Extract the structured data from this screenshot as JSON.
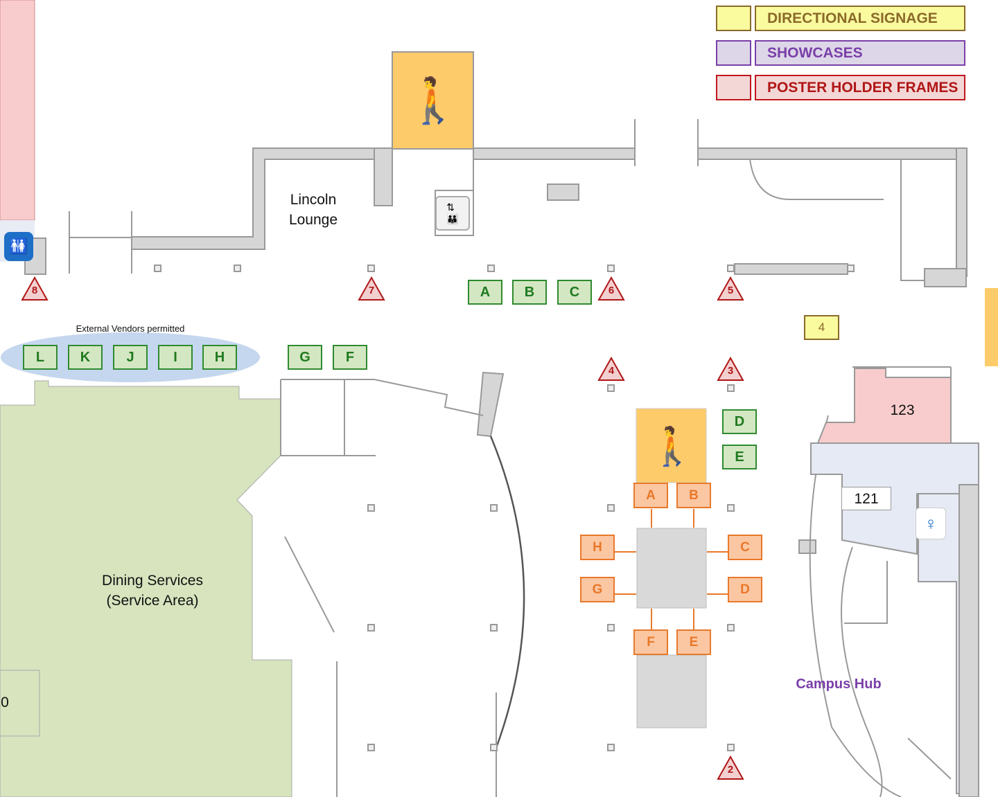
{
  "legend": [
    {
      "label": "DIRECTIONAL SIGNAGE",
      "fill": "#fafa9e",
      "border": "#8a6a2a",
      "text": "#8a6a2a"
    },
    {
      "label": "SHOWCASES",
      "fill": "#ddd6e8",
      "border": "#7a3fa8",
      "text": "#7a3fa8"
    },
    {
      "label": "POSTER HOLDER FRAMES",
      "fill": "#f3d7d7",
      "border": "#c0161c",
      "text": "#b01616"
    }
  ],
  "rooms": {
    "lincoln_lounge": [
      "Lincoln",
      "Lounge"
    ],
    "dining": [
      "Dining Services",
      "(Service Area)"
    ],
    "campus_hub": "Campus Hub",
    "room_123": "123",
    "room_121": "121",
    "room_partial": "0"
  },
  "vendor_note": "External Vendors permitted",
  "green_spots": {
    "A": "A",
    "B": "B",
    "C": "C",
    "D": "D",
    "E": "E",
    "F": "F",
    "G": "G",
    "H": "H",
    "I": "I",
    "J": "J",
    "K": "K",
    "L": "L"
  },
  "orange_spots": {
    "A": "A",
    "B": "B",
    "C": "C",
    "D": "D",
    "E": "E",
    "F": "F",
    "G": "G",
    "H": "H"
  },
  "poster_frames": {
    "p2": "2",
    "p3": "3",
    "p4": "4",
    "p5": "5",
    "p6": "6",
    "p7": "7",
    "p8": "8"
  },
  "directional_sign": "4",
  "icons": [
    "stairs-icon",
    "elevator-icon",
    "restroom-icon",
    "womens-restroom-icon"
  ]
}
